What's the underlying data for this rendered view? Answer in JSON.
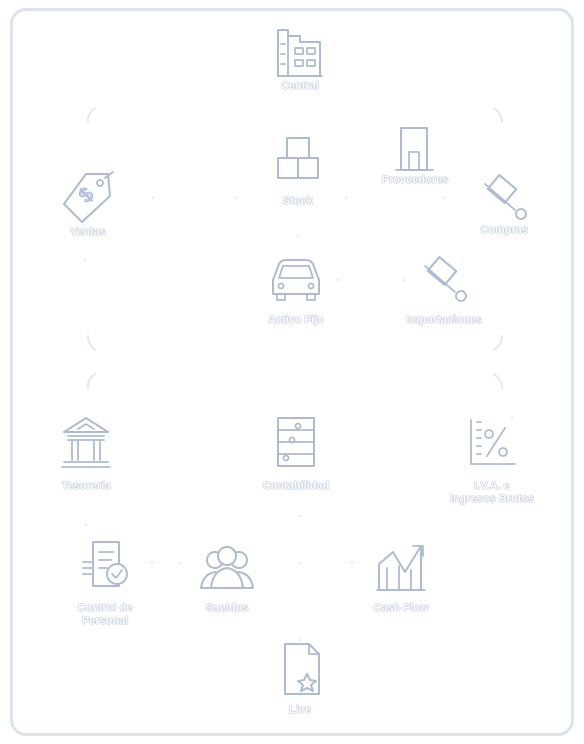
{
  "modules": {
    "central": {
      "label": "Central",
      "icon": "building-icon"
    },
    "stock": {
      "label": "Stock",
      "icon": "boxes-icon"
    },
    "proveedores": {
      "label": "Proveedores",
      "icon": "box-icon"
    },
    "ventas": {
      "label": "Ventas",
      "icon": "price-tag-icon"
    },
    "compras": {
      "label": "Compras",
      "icon": "hand-truck-icon"
    },
    "activo_fijo": {
      "label": "Activo Fijo",
      "icon": "car-icon"
    },
    "importaciones": {
      "label": "Importaciones",
      "icon": "hand-truck-icon"
    },
    "tesoreria": {
      "label": "Tesorería",
      "icon": "bank-icon"
    },
    "contabilidad": {
      "label": "Contabilidad",
      "icon": "ledger-icon"
    },
    "iva": {
      "label": "I.V.A. e\nIngresos Brutos",
      "icon": "percent-icon"
    },
    "control_personal": {
      "label": "Control de\nPersonal",
      "icon": "timesheet-icon"
    },
    "sueldos": {
      "label": "Sueldos",
      "icon": "people-icon"
    },
    "cash_flow": {
      "label": "Cash Flow",
      "icon": "trend-chart-icon"
    },
    "live": {
      "label": "Live",
      "icon": "starred-document-icon"
    }
  },
  "colors": {
    "outline": "#aebbd2",
    "frame": "#dde3ee",
    "background": "#ffffff"
  }
}
